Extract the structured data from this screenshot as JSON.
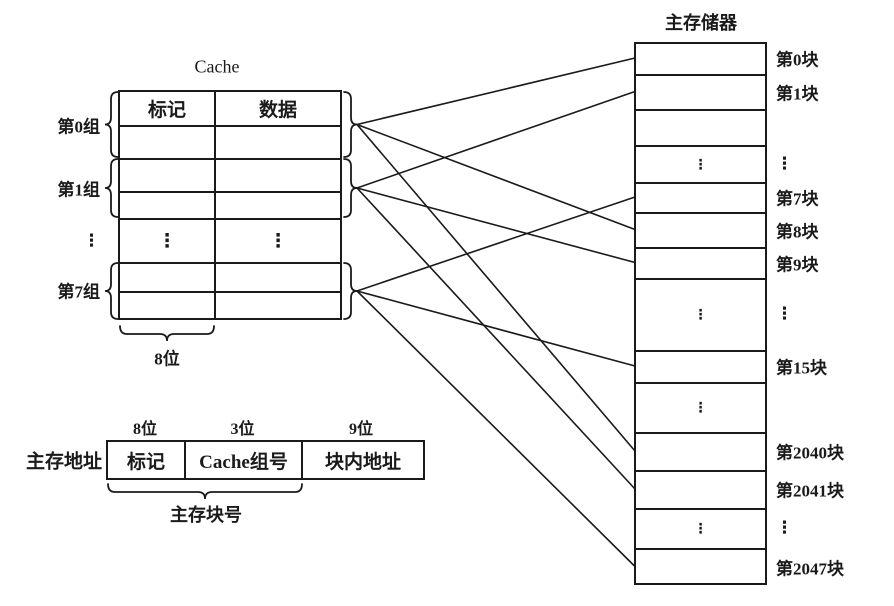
{
  "figure": {
    "description": "组相联映射示意图 (two-way set-associative cache mapping diagram)"
  },
  "cache": {
    "title": "Cache",
    "rows": [
      {
        "tag": "标记",
        "data": "数据"
      },
      {
        "tag": "",
        "data": ""
      },
      {
        "tag": "",
        "data": ""
      },
      {
        "tag": "",
        "data": ""
      },
      {
        "tag": "⋮",
        "data": "⋮"
      },
      {
        "tag": "",
        "data": ""
      },
      {
        "tag": "",
        "data": ""
      }
    ],
    "set_labels": [
      "第0组",
      "第1组",
      "⋮",
      "第7组"
    ],
    "width_label": "8位"
  },
  "address": {
    "label": "主存地址",
    "fields": [
      {
        "bits": "8位",
        "name": "标记"
      },
      {
        "bits": "3位",
        "name": "Cache组号"
      },
      {
        "bits": "9位",
        "name": "块内地址"
      }
    ],
    "brace_label": "主存块号"
  },
  "memory": {
    "title": "主存储器",
    "rows": [
      {
        "label": "第0块",
        "cell": ""
      },
      {
        "label": "第1块",
        "cell": ""
      },
      {
        "label": "",
        "cell": ""
      },
      {
        "label": "⋮",
        "cell": "⋮"
      },
      {
        "label": "第7块",
        "cell": ""
      },
      {
        "label": "第8块",
        "cell": ""
      },
      {
        "label": "第9块",
        "cell": ""
      },
      {
        "label": "⋮",
        "cell": "⋮"
      },
      {
        "label": "第15块",
        "cell": ""
      },
      {
        "label": "",
        "cell": "⋮"
      },
      {
        "label": "第2040块",
        "cell": ""
      },
      {
        "label": "第2041块",
        "cell": ""
      },
      {
        "label": "⋮",
        "cell": "⋮"
      },
      {
        "label": "第2047块",
        "cell": ""
      }
    ]
  },
  "connections": [
    {
      "from_set": "第0组",
      "to_block": "第0块"
    },
    {
      "from_set": "第0组",
      "to_block": "第8块"
    },
    {
      "from_set": "第0组",
      "to_block": "第2040块"
    },
    {
      "from_set": "第1组",
      "to_block": "第1块"
    },
    {
      "from_set": "第1组",
      "to_block": "第9块"
    },
    {
      "from_set": "第1组",
      "to_block": "第2041块"
    },
    {
      "from_set": "第7组",
      "to_block": "第7块"
    },
    {
      "from_set": "第7组",
      "to_block": "第15块"
    },
    {
      "from_set": "第7组",
      "to_block": "第2047块"
    }
  ],
  "colors": {
    "ink": "#1a1a1a",
    "background": "#ffffff"
  }
}
